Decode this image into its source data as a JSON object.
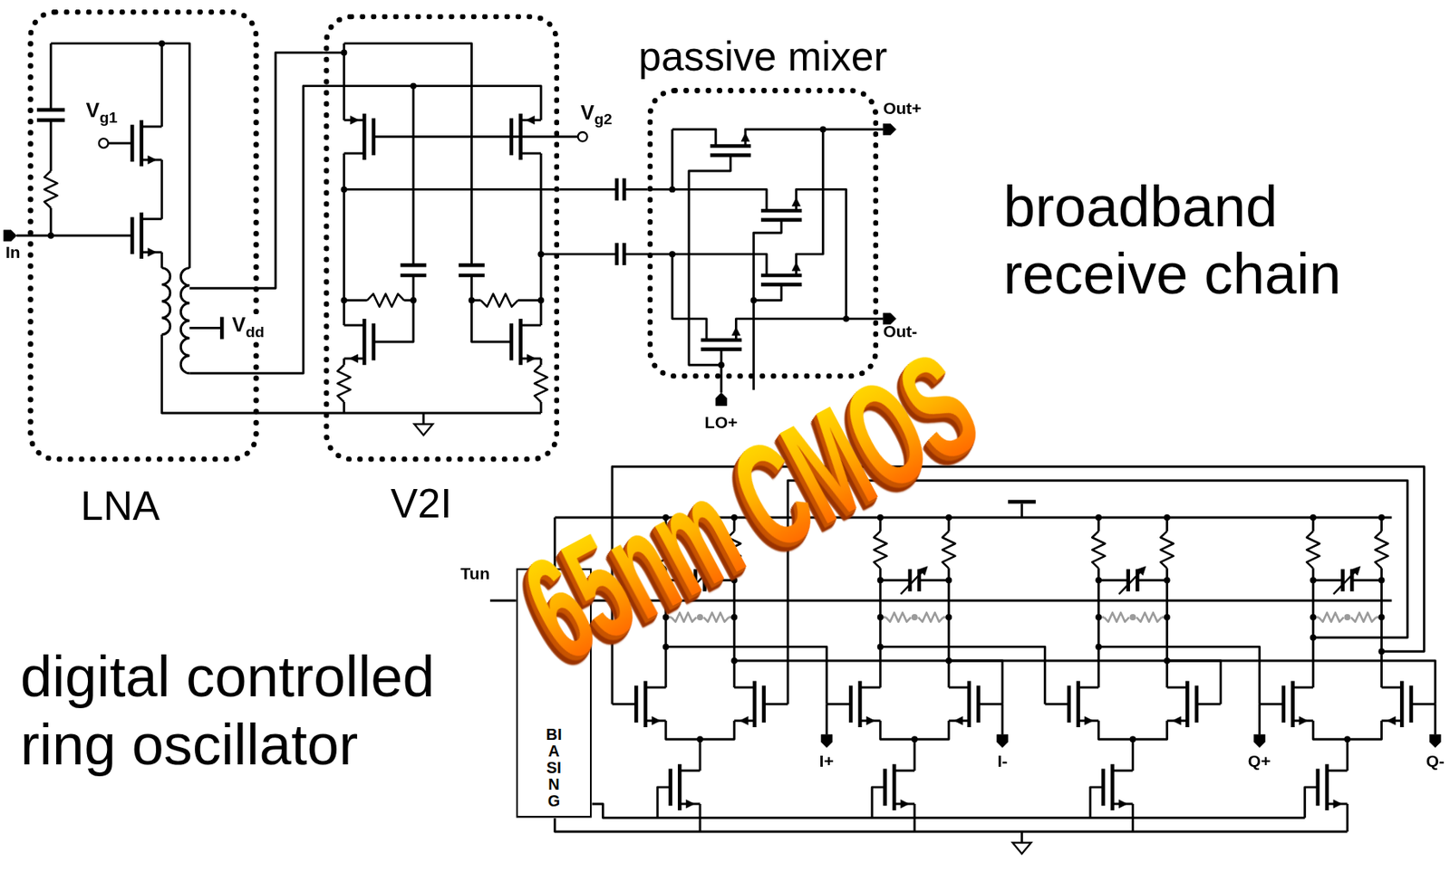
{
  "diagram": {
    "nodes": [
      {
        "text": [
          "LNA"
        ]
      },
      {
        "text": [
          "V2I"
        ]
      },
      {
        "text": [
          "passive mixer"
        ]
      },
      {
        "text": [
          "BIASING"
        ]
      }
    ],
    "edges": [
      {
        "from": 0,
        "to": 1,
        "arrow": "none"
      },
      {
        "from": 1,
        "to": 2,
        "arrow": "none"
      }
    ],
    "labels": [
      "In",
      "Vg1",
      "Vdd",
      "Vg2",
      "Out+",
      "Out-",
      "broadband receive chain",
      "LO+",
      "Tun",
      "digital controlled ring oscillator",
      "I+",
      "I-",
      "Q+",
      "Q-",
      "65nm CMOS"
    ]
  }
}
